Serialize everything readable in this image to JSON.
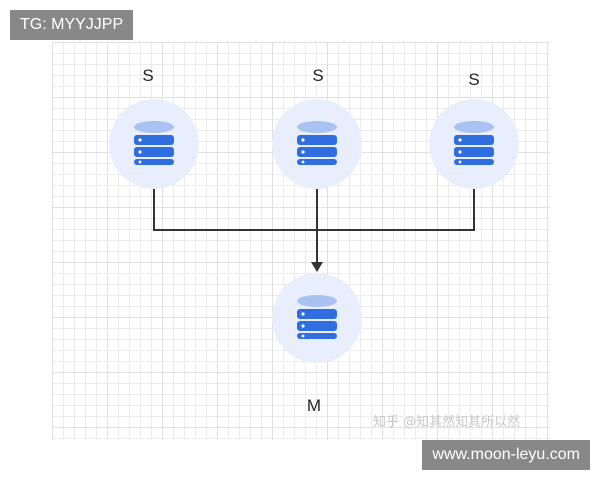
{
  "overlay": {
    "top_tag": "TG: MYYJJPP",
    "bottom_tag": "www.moon-leyu.com",
    "watermark": "知乎 @知其然知其所以然"
  },
  "diagram": {
    "nodes": [
      {
        "label": "S",
        "icon": "database-icon"
      },
      {
        "label": "S",
        "icon": "database-icon"
      },
      {
        "label": "S",
        "icon": "database-icon"
      },
      {
        "label": "M",
        "icon": "database-icon"
      }
    ],
    "edges": [
      {
        "from": 0,
        "to": 3
      },
      {
        "from": 1,
        "to": 3
      },
      {
        "from": 2,
        "to": 3
      }
    ]
  },
  "colors": {
    "node_bg": "#e8eefb",
    "db_dark": "#2f6de0",
    "db_light": "#a9c2f3",
    "connector": "#333333"
  }
}
